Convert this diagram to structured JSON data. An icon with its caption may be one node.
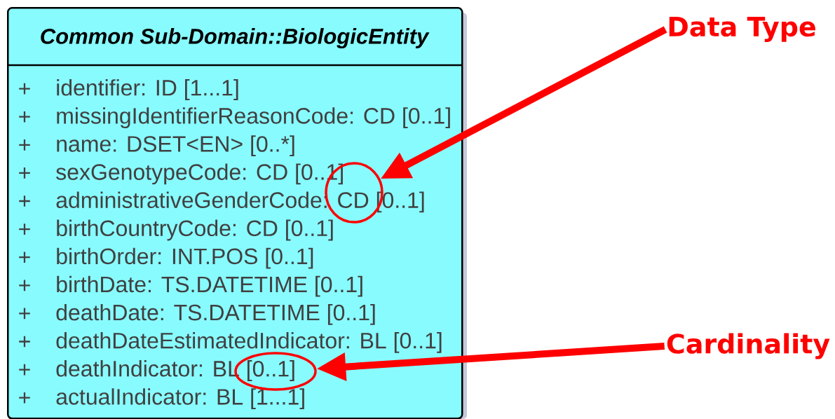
{
  "diagram": {
    "nodes": [
      {
        "text": [
          "Common Sub-Domain::BiologicEntity",
          "+",
          "identifier: ID [1...1]",
          "+",
          "missingIdentifierReasonCode: CD [0..1]",
          "+",
          "name: DSET<EN> [0..*]",
          "+",
          "sexGenotypeCode: CD [0..1]",
          "+",
          "administrativeGenderCode: CD [0..1]",
          "+",
          "birthCountryCode: CD [0..1]",
          "+",
          "birthOrder: INT.POS [0..1]",
          "+",
          "birthDate: TS.DATETIME [0..1]",
          "+",
          "deathDate: TS.DATETIME [0..1]",
          "+",
          "deathDateEstimatedIndicator: BL [0..1]",
          "+",
          "deathIndicator: BL [0..1]",
          "+",
          "actualIndicator: BL [1...1]"
        ]
      },
      {
        "text": [],
        "shape": "circle",
        "in": 0
      },
      {
        "text": [],
        "shape": "circle",
        "in": 0
      },
      {
        "text": [
          "Data Type"
        ]
      },
      {
        "text": [
          "Cardinality"
        ]
      }
    ],
    "edges": [
      {
        "from": 3,
        "to": 1,
        "arrow": "to"
      },
      {
        "from": 4,
        "to": 2,
        "arrow": "to"
      }
    ]
  }
}
